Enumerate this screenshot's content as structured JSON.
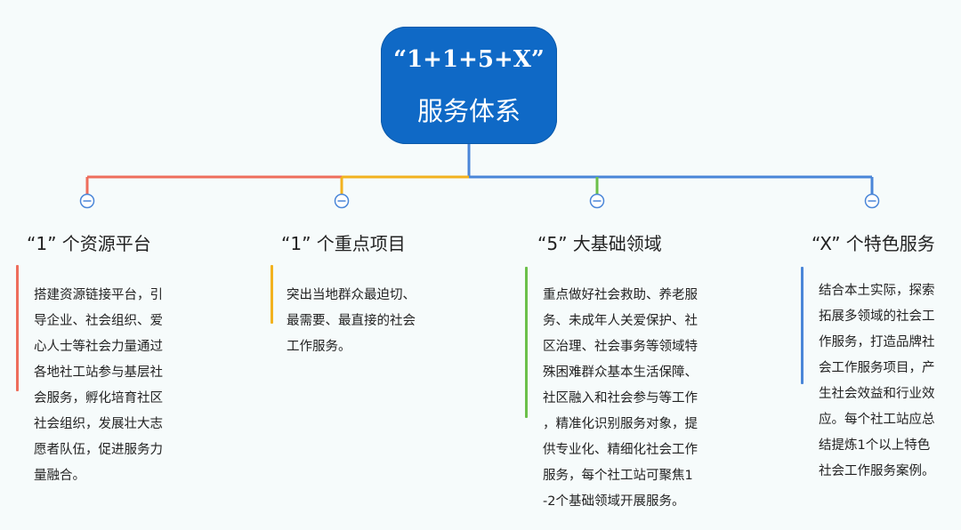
{
  "root": {
    "line1": "“1+1+5+X”",
    "line2": "服务体系",
    "color": "#0f69c6"
  },
  "branches": [
    {
      "title": "“1” 个资源平台",
      "color": "#ee6e5c",
      "lines": [
        "搭建资源链接平台，引",
        "导企业、社会组织、爱",
        "心人士等社会力量通过",
        "各地社工站参与基层社",
        "会服务，孵化培育社区",
        "社会组织，发展壮大志",
        "愿者队伍，促进服务力",
        "量融合。"
      ]
    },
    {
      "title": "“1” 个重点项目",
      "color": "#f2b21f",
      "lines": [
        "突出当地群众最迫切、",
        "最需要、最直接的社会",
        "工作服务。"
      ]
    },
    {
      "title": "“5” 大基础领域",
      "color": "#6cc04a",
      "lines": [
        "重点做好社会救助、养老服",
        "务、未成年人关爱保护、社",
        "区治理、社会事务等领域特",
        "殊困难群众基本生活保障、",
        "社区融入和社会参与等工作",
        "，精准化识别服务对象，提",
        "供专业化、精细化社会工作",
        "服务，每个社工站可聚焦1",
        "-2个基础领域开展服务。"
      ]
    },
    {
      "title": "“X” 个特色服务",
      "color": "#4a86d8",
      "lines": [
        "结合本土实际，探索",
        "拓展多领域的社会工",
        "作服务，打造品牌社",
        "会工作服务项目，产",
        "生社会效益和行业效",
        "应。每个社工站应总",
        "结提炼1个以上特色",
        "社会工作服务案例。"
      ]
    }
  ],
  "collapse_icon": "circle-minus-icon"
}
